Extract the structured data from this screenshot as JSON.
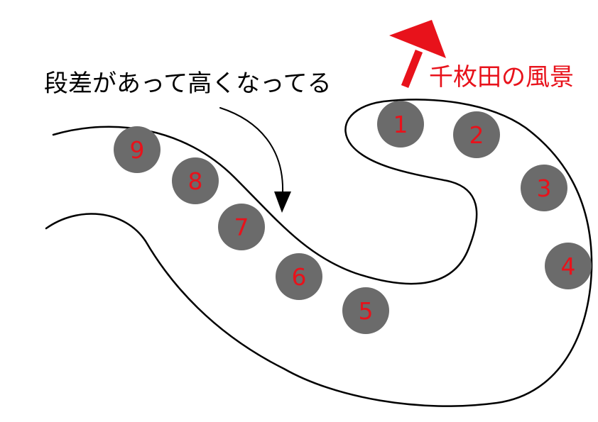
{
  "labels": {
    "step_note": "段差があって高くなってる",
    "view_label": "千枚田の風景"
  },
  "markers": [
    "1",
    "2",
    "3",
    "4",
    "5",
    "6",
    "7",
    "8",
    "9"
  ],
  "colors": {
    "accent": "#e8121b",
    "marker_fill": "#6b6b6b",
    "outline": "#000000",
    "background": "#ffffff"
  },
  "icons": {
    "view_direction": "red-arrow-up-right-icon",
    "step_pointer": "curved-black-arrow-icon"
  }
}
